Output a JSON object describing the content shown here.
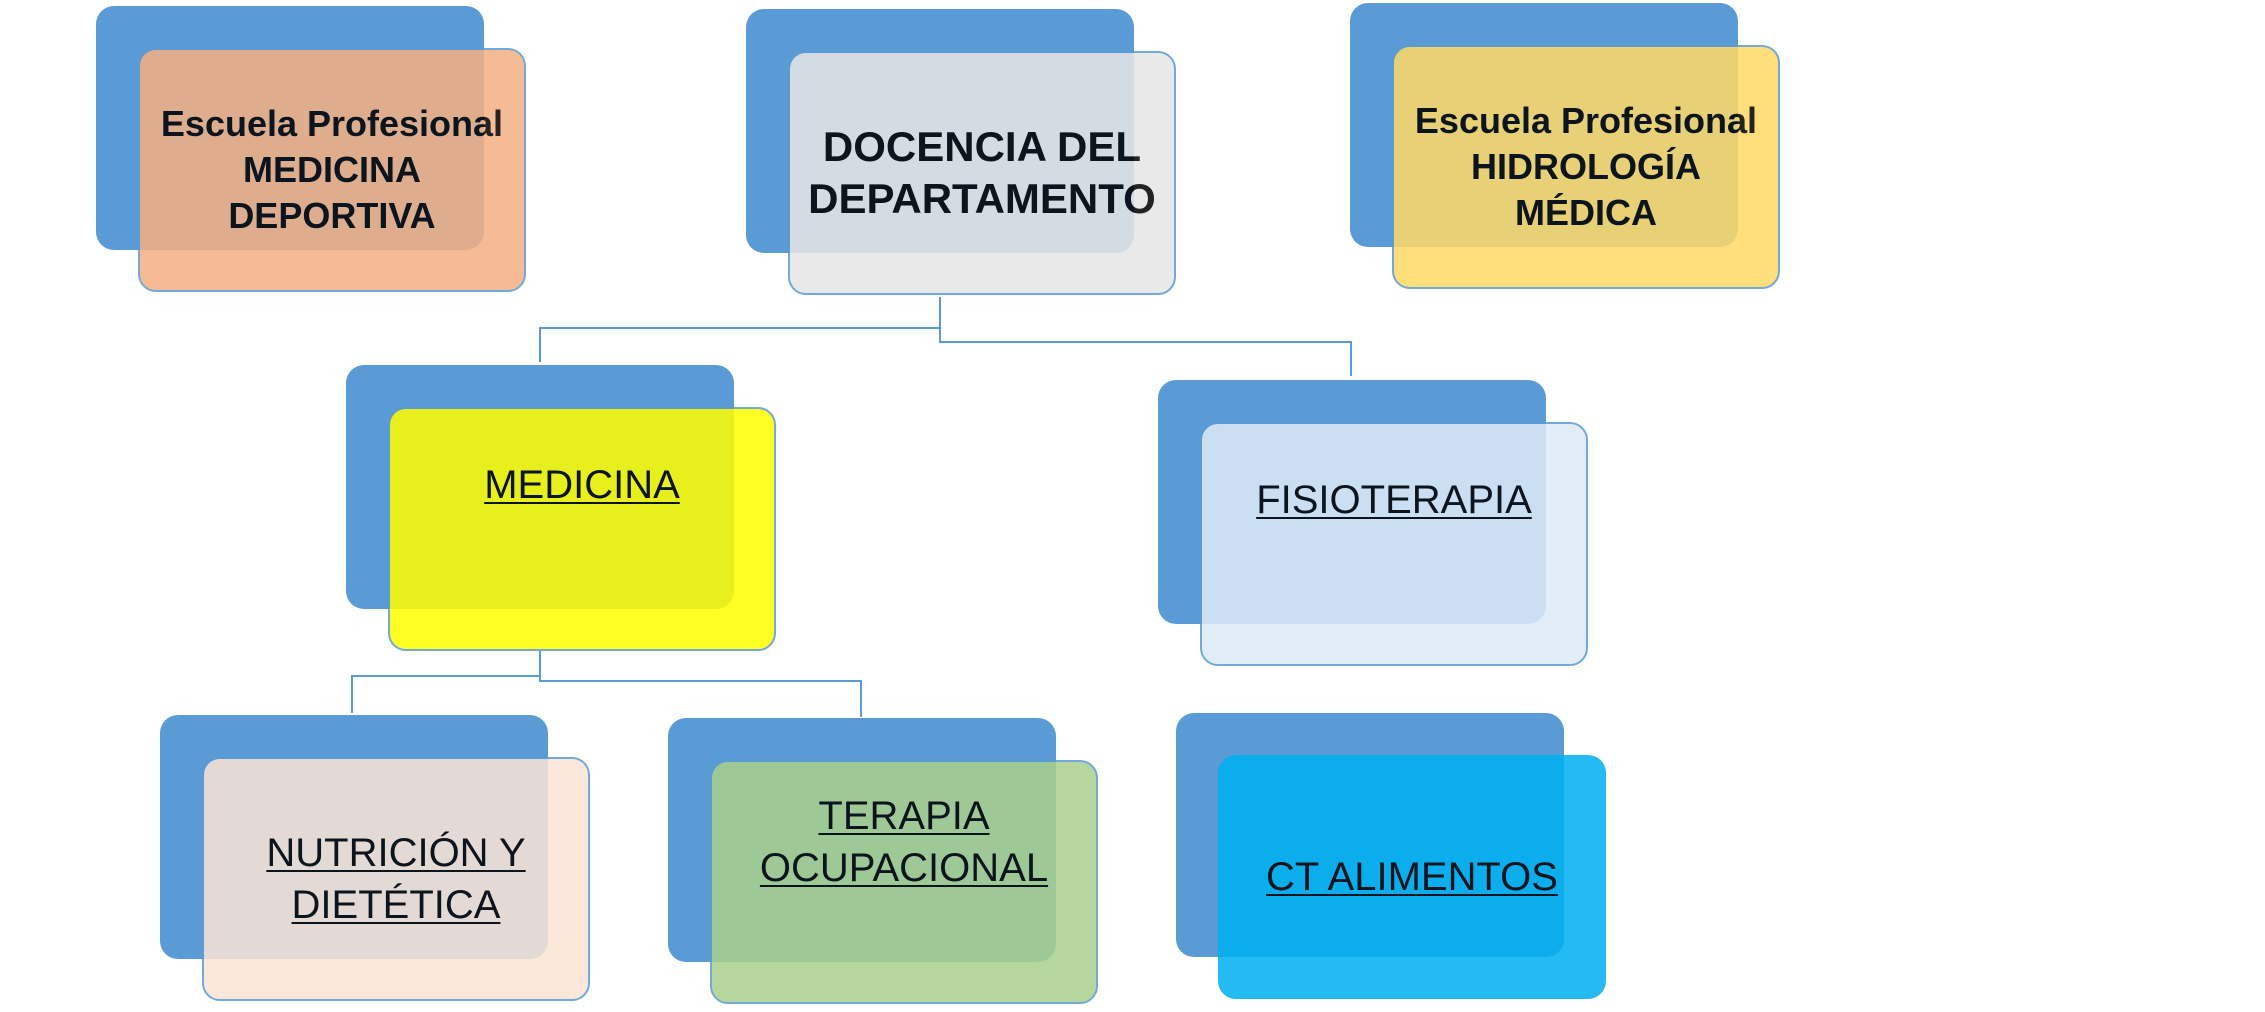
{
  "diagram": {
    "nodes": {
      "medicina_deportiva": {
        "label": "Escuela Profesional\nMEDICINA\nDEPORTIVA",
        "color": "#f4b183"
      },
      "docencia": {
        "label": "DOCENCIA DEL\nDEPARTAMENTO",
        "color": "#e7e6e6"
      },
      "hidrologia": {
        "label": "Escuela Profesional\nHIDROLOGÍA\nMÉDICA",
        "color": "#ffd966"
      },
      "medicina": {
        "label": "MEDICINA",
        "color": "#ffff00"
      },
      "fisioterapia": {
        "label": "FISIOTERAPIA",
        "color": "#deebf7"
      },
      "nutricion": {
        "label": "NUTRICIÓN Y\nDIETÉTICA",
        "color": "#fbe5d6"
      },
      "terapia": {
        "label": "TERAPIA\nOCUPACIONAL",
        "color": "#a9d18e"
      },
      "ct_alimentos": {
        "label": "CT ALIMENTOS",
        "color": "#00b0f0"
      }
    },
    "shadow_color": "#5b9bd5",
    "connector_color": "#5b9bd5"
  }
}
